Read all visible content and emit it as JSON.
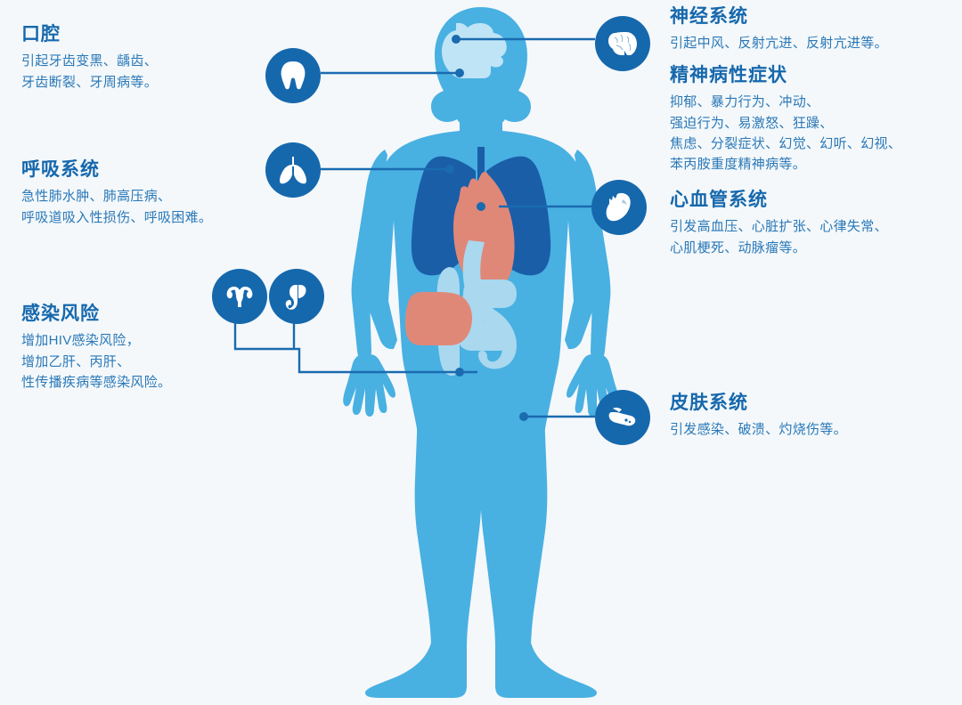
{
  "palette": {
    "background": "#f4f8fa",
    "body": "#49b0e2",
    "body_light": "#8fd0ee",
    "badge": "#1668ad",
    "line": "#1a6bb0",
    "heading": "#1668ad",
    "body_text": "#2a78b8",
    "lung_dark": "#1a5ea8",
    "organ_coral": "#e08878",
    "organ_pale": "#a9d8ef",
    "icon_fill": "#ffffff"
  },
  "sections": [
    {
      "id": "oral",
      "title": "口腔",
      "icon": "tooth-icon",
      "lines": [
        "引起牙齿变黑、龋齿、",
        "牙齿断裂、牙周病等。"
      ]
    },
    {
      "id": "respiratory",
      "title": "呼吸系统",
      "icon": "lungs-icon",
      "lines": [
        "急性肺水肿、肺高压病、",
        "呼吸道吸入性损伤、呼吸困难。"
      ]
    },
    {
      "id": "infection",
      "title": "感染风险",
      "icon": "reproductive-icons",
      "lines": [
        "增加HIV感染风险，",
        "增加乙肝、丙肝、",
        "性传播疾病等感染风险。"
      ]
    },
    {
      "id": "nervous",
      "title": "神经系统",
      "icon": "brain-icon",
      "lines": [
        "引起中风、反射亢进、反射亢进等。"
      ]
    },
    {
      "id": "psychiatric",
      "title": "精神病性症状",
      "icon": "",
      "lines": [
        "抑郁、暴力行为、冲动、",
        "强迫行为、易激怒、狂躁、",
        "焦虑、分裂症状、幻觉、幻听、幻视、",
        "苯丙胺重度精神病等。"
      ]
    },
    {
      "id": "cardiovascular",
      "title": "心血管系统",
      "icon": "heart-icon",
      "lines": [
        "引发高血压、心脏扩张、心律失常、",
        "心肌梗死、动脉瘤等。"
      ]
    },
    {
      "id": "skin",
      "title": "皮肤系统",
      "icon": "skin-hand-icon",
      "lines": [
        "引发感染、破溃、灼烧伤等。"
      ]
    }
  ]
}
